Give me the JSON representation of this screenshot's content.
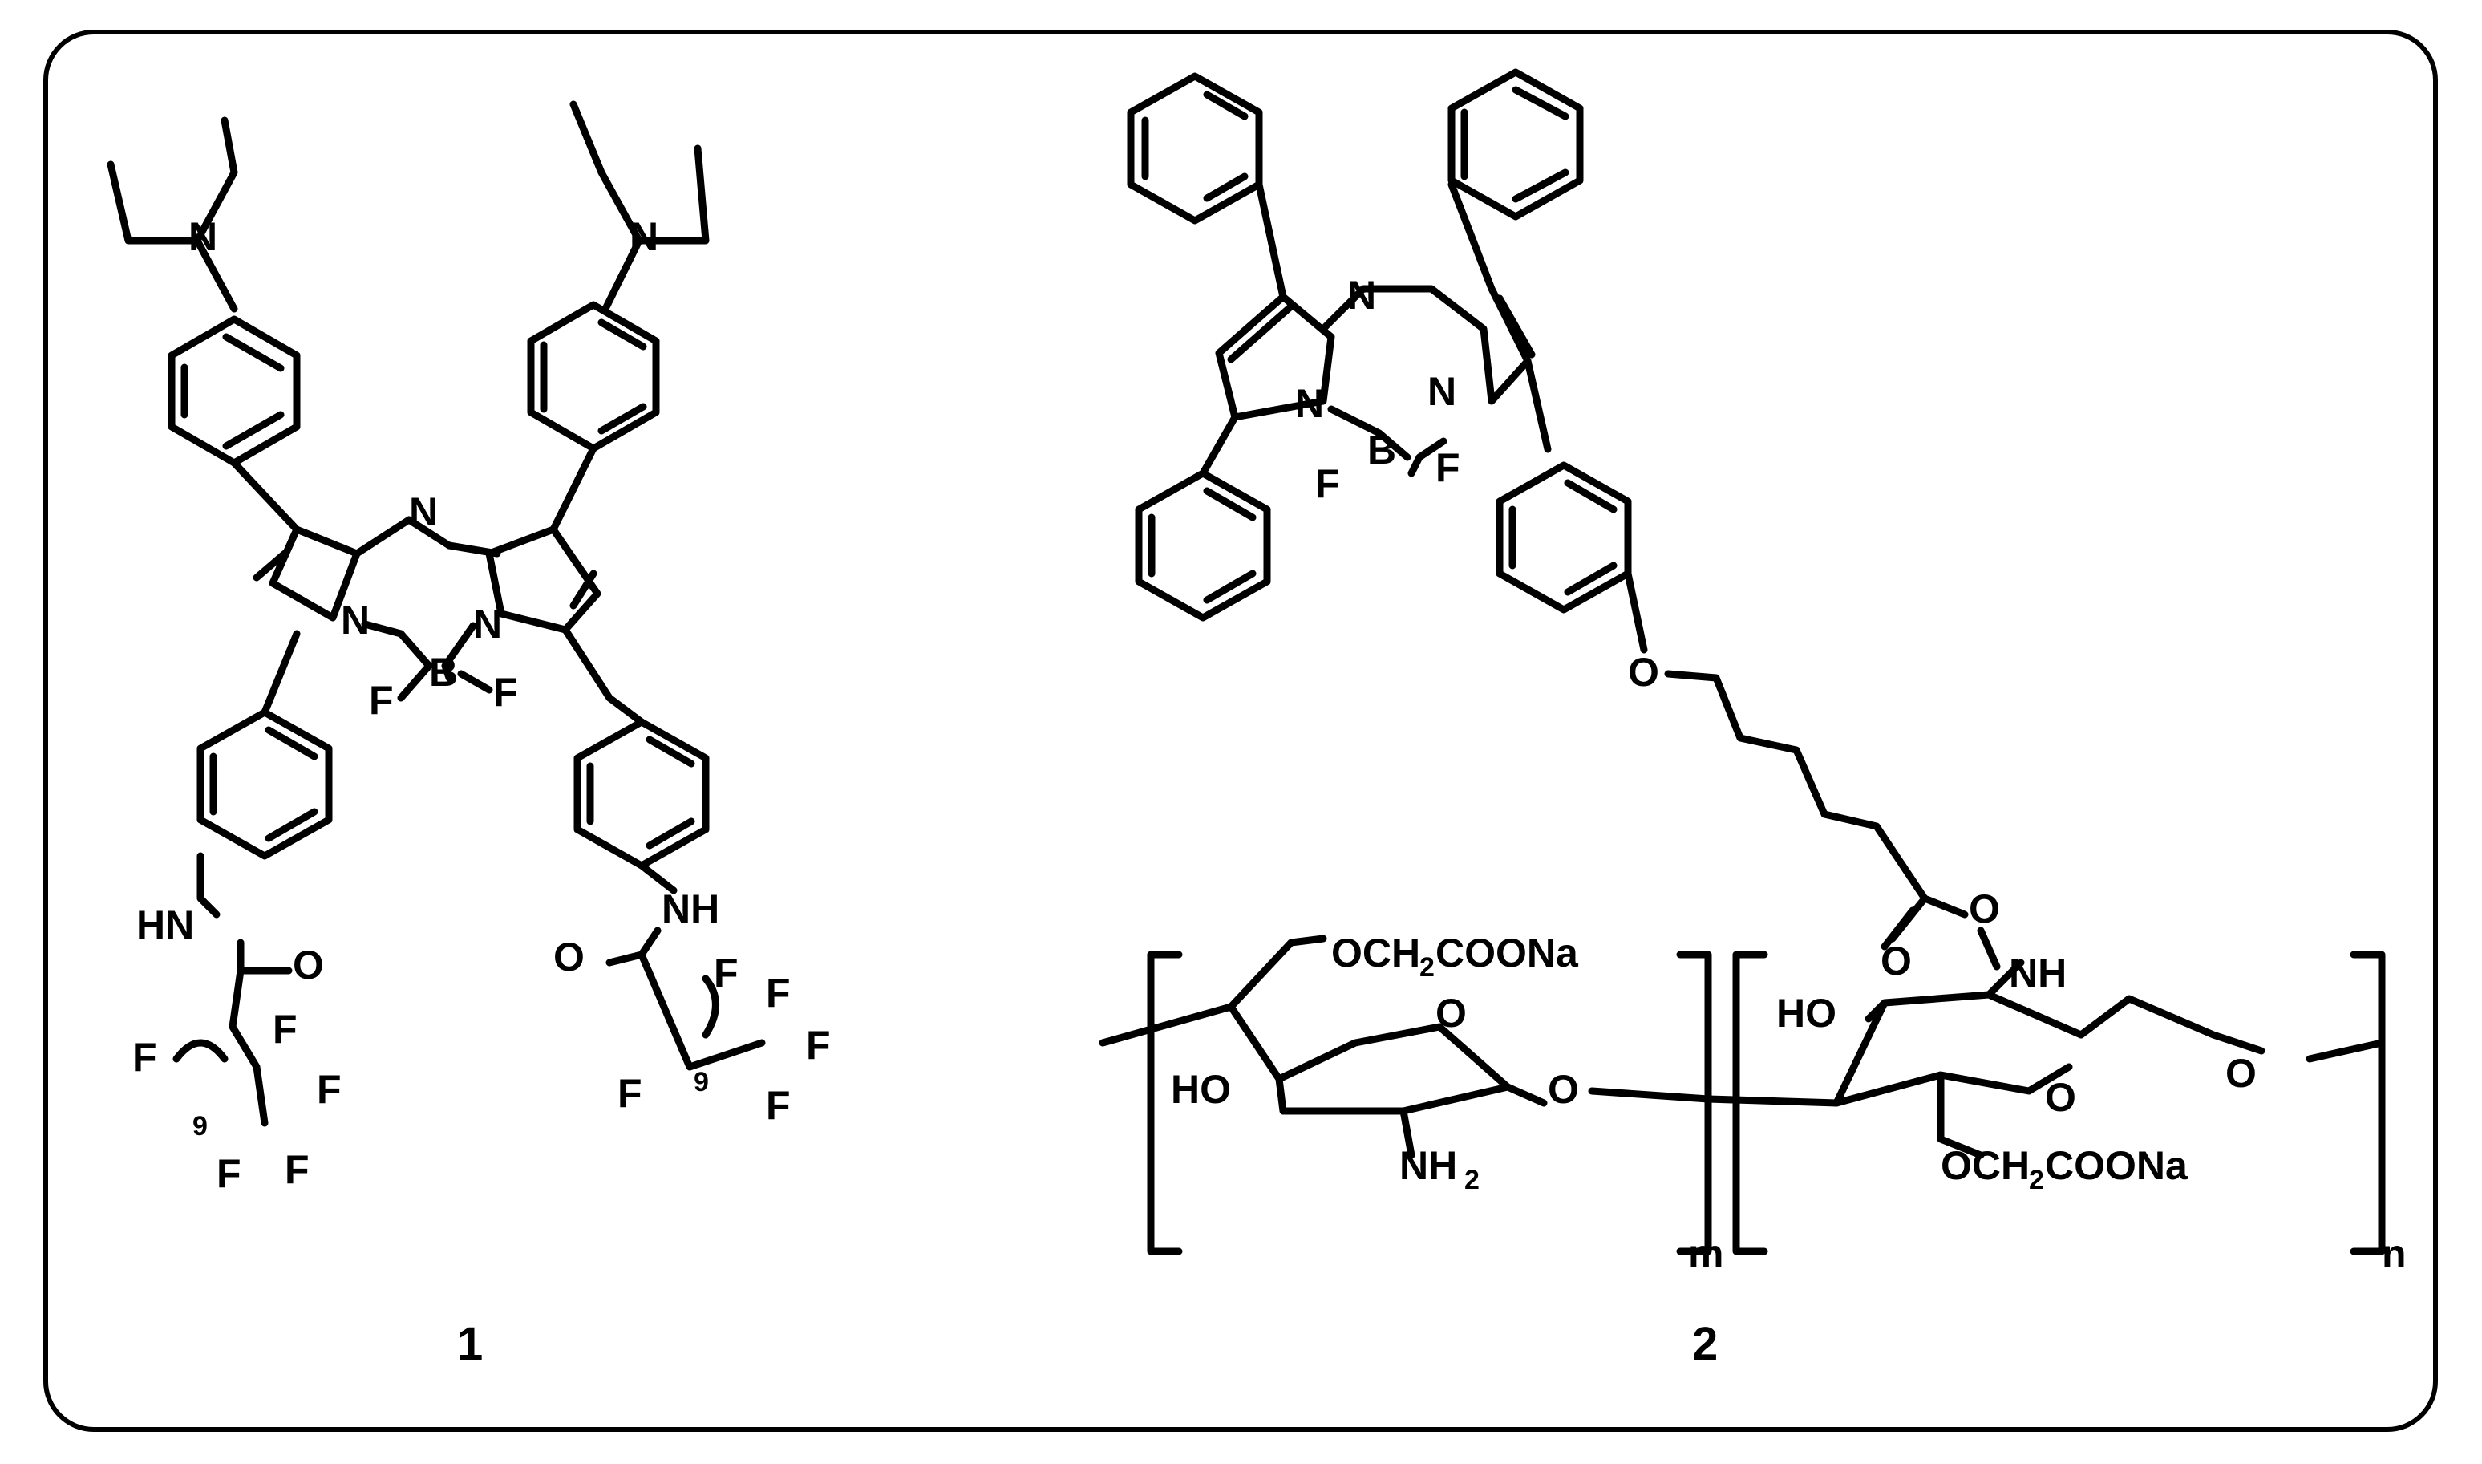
{
  "compound_1": {
    "number": "1",
    "atoms": {
      "bridge_n": "N",
      "left_n": "N",
      "right_n": "N",
      "boron": "B",
      "f_left": "F",
      "f_right": "F",
      "amine_left": "N",
      "amine_right": "N",
      "nh_left": "HN",
      "nh_right": "NH",
      "o_left": "O",
      "o_right": "O",
      "chain_left_f1": "F",
      "chain_left_f2": "F",
      "chain_left_f3": "F",
      "chain_left_f4": "F",
      "chain_left_f5": "F",
      "chain_right_f1": "F",
      "chain_right_f2": "F",
      "chain_right_f3": "F",
      "chain_right_f4": "F",
      "chain_right_f5": "F",
      "repeat_left": "9",
      "repeat_right": "9"
    }
  },
  "compound_2": {
    "number": "2",
    "atoms": {
      "bridge_n": "N",
      "left_n": "N",
      "right_n": "N",
      "boron": "B",
      "f_left": "F",
      "f_right": "F",
      "ether_o": "O",
      "ester_o_carbonyl": "O",
      "ester_o": "O",
      "nh": "NH",
      "ring1_o": "O",
      "ring1_ho": "HO",
      "ring1_nh2": "NH",
      "ring1_nh2_sub": "2",
      "ring1_ocm_a": "OCH",
      "ring1_ocm_sub": "2",
      "ring1_ocm_b": "COONa",
      "glyco_o": "O",
      "ring2_o": "O",
      "ring2_ho": "HO",
      "ring2_ocm_a": "OCH",
      "ring2_ocm_sub": "2",
      "ring2_ocm_b": "COONa",
      "end_o": "O",
      "subscript_m": "m",
      "subscript_n": "n"
    }
  },
  "colors": {
    "ink": "#000000",
    "background": "#ffffff"
  }
}
